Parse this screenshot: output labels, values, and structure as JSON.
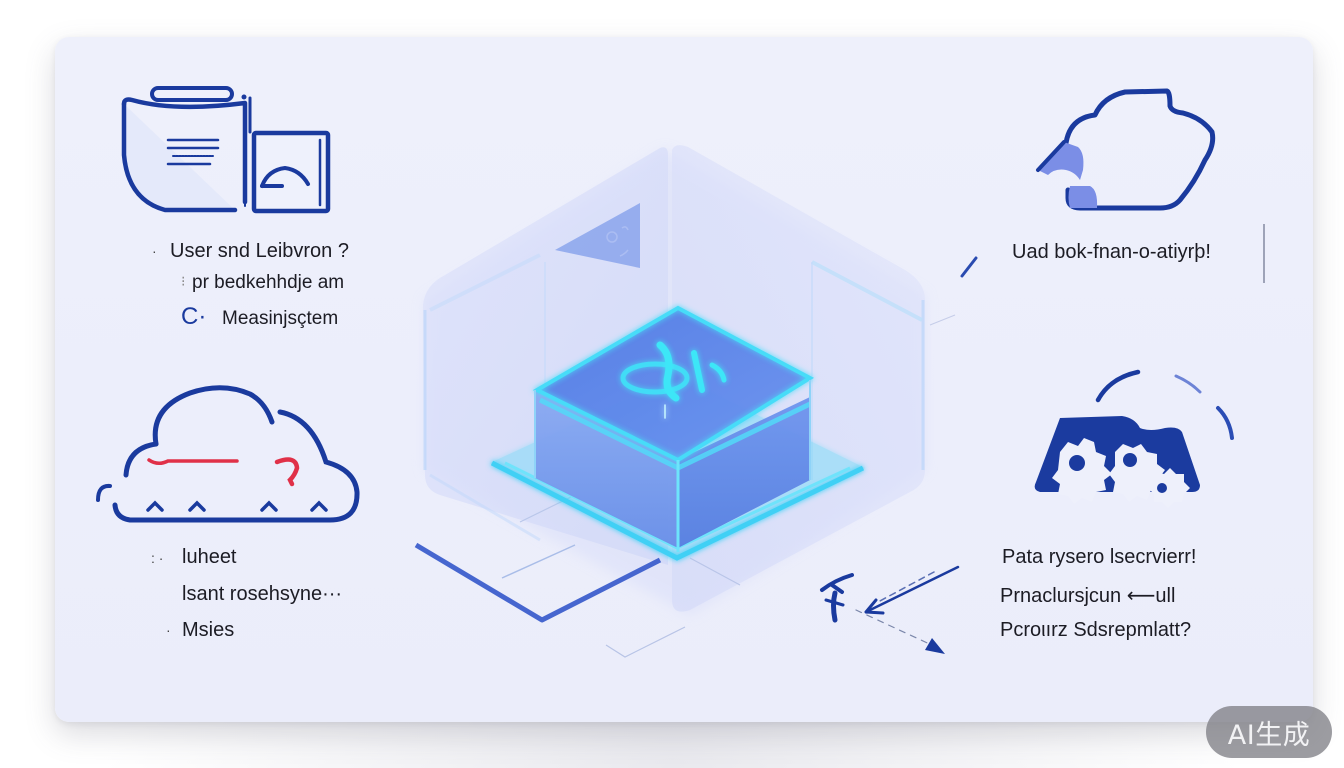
{
  "illustration": {
    "theme": "isometric cloud data-processing cube",
    "colors": {
      "card_background": "#eceefb",
      "navy_stroke": "#1a3a9e",
      "cyan_glow": "#3fd0f5",
      "cube_blue": "#5b84e6",
      "glass_lavender": "#d6dcf8",
      "red_accent": "#e03048",
      "badge_gray": "#808086"
    }
  },
  "panels": {
    "top_left": {
      "icon": "document-with-image-icon",
      "lines": [
        {
          "bullet": "·",
          "text": "User snd Leibvron  ?"
        },
        {
          "bullet": "⁝",
          "text": "pr bedkehhdje am"
        },
        {
          "bullet": "C·",
          "text": "Measinjsçtem"
        }
      ]
    },
    "top_right": {
      "icon": "cloud-outline-icon",
      "lines": [
        {
          "bullet": "/",
          "text": "Uad bok-fnan-o-atiyrþ!"
        }
      ]
    },
    "bottom_left": {
      "icon": "cloud-sync-icon",
      "lines": [
        {
          "bullet": ": ·",
          "text": "luheet"
        },
        {
          "bullet": "",
          "text": "lsant rosehsyne···"
        },
        {
          "bullet": "·",
          "text": "Msies"
        }
      ]
    },
    "bottom_right": {
      "icon": "gears-cloud-icon",
      "lines": [
        {
          "bullet": "",
          "text": "Pata rysero lsecrvierr!"
        },
        {
          "bullet": "",
          "text": "Prnaclursjcun ⟵ull"
        },
        {
          "bullet": "",
          "text": "Pcroιırz Sdsrepmlatt?"
        }
      ]
    }
  },
  "watermark": {
    "label": "AI生成"
  }
}
